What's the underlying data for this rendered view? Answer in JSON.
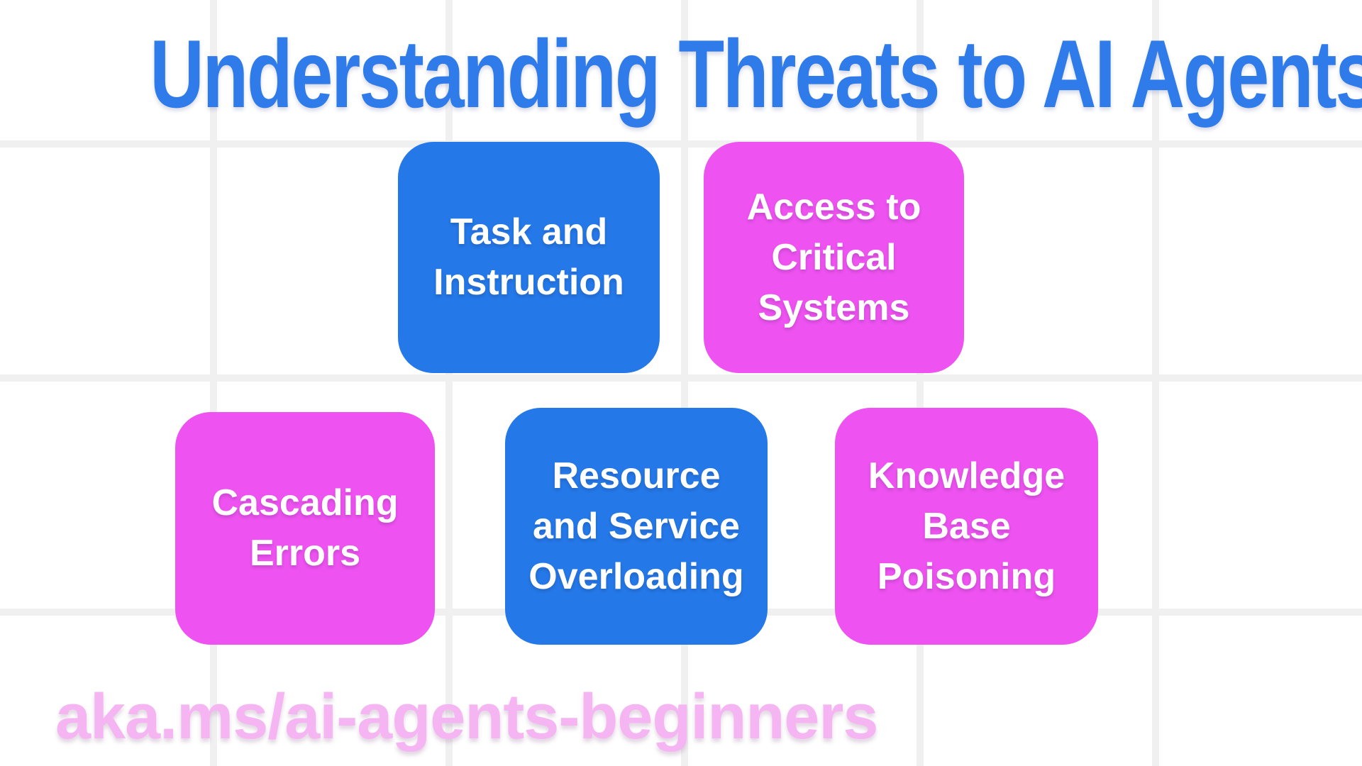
{
  "title": "Understanding Threats to AI Agents",
  "threats": [
    {
      "label": "Task and\nInstruction",
      "color": "card_blue"
    },
    {
      "label": "Access to\nCritical\nSystems",
      "color": "card_magenta"
    },
    {
      "label": "Cascading\nErrors",
      "color": "card_magenta"
    },
    {
      "label": "Resource\nand Service\nOverloading",
      "color": "card_blue"
    },
    {
      "label": "Knowledge\nBase\nPoisoning",
      "color": "card_magenta"
    }
  ],
  "footer": {
    "link_text": "aka.ms/ai-agents-beginners"
  },
  "colors": {
    "card_blue": "#2478E8",
    "card_magenta": "#EE52F0",
    "title_blue": "#2E7BE9",
    "link_pink": "#F5B5F3",
    "grid_line": "#F0F0F1",
    "background": "#FFFFFF"
  }
}
